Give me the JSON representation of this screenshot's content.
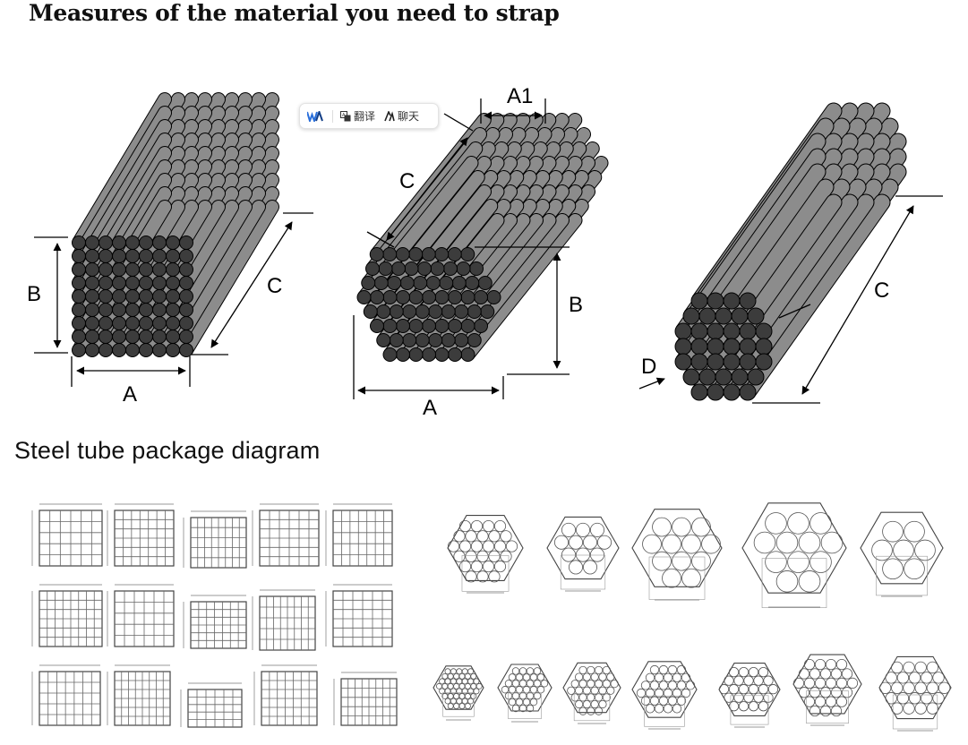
{
  "title": "Measures of the material you need to strap",
  "subtitle": "Steel tube package diagram",
  "labels": {
    "square": {
      "a": "A",
      "b": "B",
      "c": "C"
    },
    "hex": {
      "a1": "A1",
      "a": "A",
      "b": "B",
      "c": "C"
    },
    "round": {
      "c": "C",
      "d": "D"
    }
  },
  "toolbar": {
    "translate_label": "翻译",
    "chat_label": "聊天",
    "logo_icon": "wa-logo-icon",
    "translate_icon": "translate-icon",
    "chat_icon": "ai-chat-icon"
  },
  "colors": {
    "tube_side": "#8c8c8c",
    "tube_end": "#3c3c3c",
    "outline": "#000000"
  }
}
